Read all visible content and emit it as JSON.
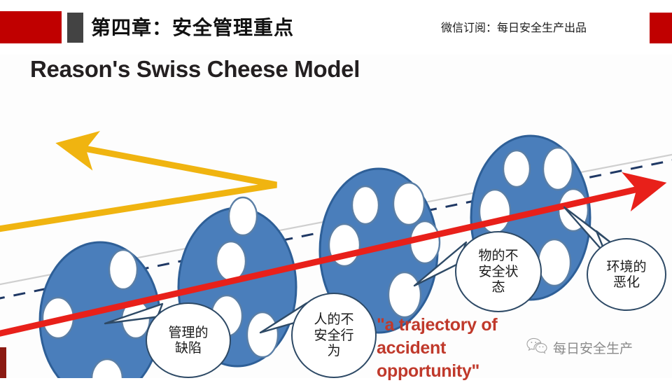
{
  "header": {
    "chapter_title": "第四章：安全管理重点",
    "subscription_note": "微信订阅：每日安全生产出品",
    "accent_color": "#c00000",
    "marker_color": "#434343"
  },
  "diagram": {
    "title": "Reason's Swiss Cheese Model",
    "phrase_lines": [
      "\"a trajectory of",
      "accident",
      "opportunity\""
    ],
    "phrase_color": "#c0392b",
    "slice_fill": "#4a7ebb",
    "slice_stroke": "#2e5f97",
    "hole_fill": "#ffffff",
    "slices": [
      {
        "label": "slice-1",
        "holes": 4
      },
      {
        "label": "slice-2",
        "holes": 4
      },
      {
        "label": "slice-3",
        "holes": 5
      },
      {
        "label": "slice-4",
        "holes": 5
      }
    ],
    "arrows": [
      {
        "name": "blocked-trajectory-arrow",
        "color": "#f0b410",
        "direction": "left",
        "meaning": "deflected hazard path"
      },
      {
        "name": "accident-trajectory-arrow",
        "color": "#e8201a",
        "direction": "right",
        "meaning": "accident opportunity path"
      }
    ],
    "guide_lines": [
      {
        "name": "solid-guide-line",
        "color": "#c9c9c9",
        "style": "solid"
      },
      {
        "name": "dashed-guide-line",
        "color": "#1f3864",
        "style": "dashed"
      }
    ]
  },
  "callouts": [
    {
      "id": "management-defect",
      "lines": [
        "管理的",
        "缺陷"
      ]
    },
    {
      "id": "unsafe-human-behavior",
      "lines": [
        "人的不",
        "安全行",
        "为"
      ]
    },
    {
      "id": "unsafe-object-state",
      "lines": [
        "物的不",
        "安全状",
        "态"
      ]
    },
    {
      "id": "environment-deterioration",
      "lines": [
        "环境的",
        "恶化"
      ]
    }
  ],
  "watermark": {
    "label": "每日安全生产",
    "icon": "wechat-icon"
  }
}
